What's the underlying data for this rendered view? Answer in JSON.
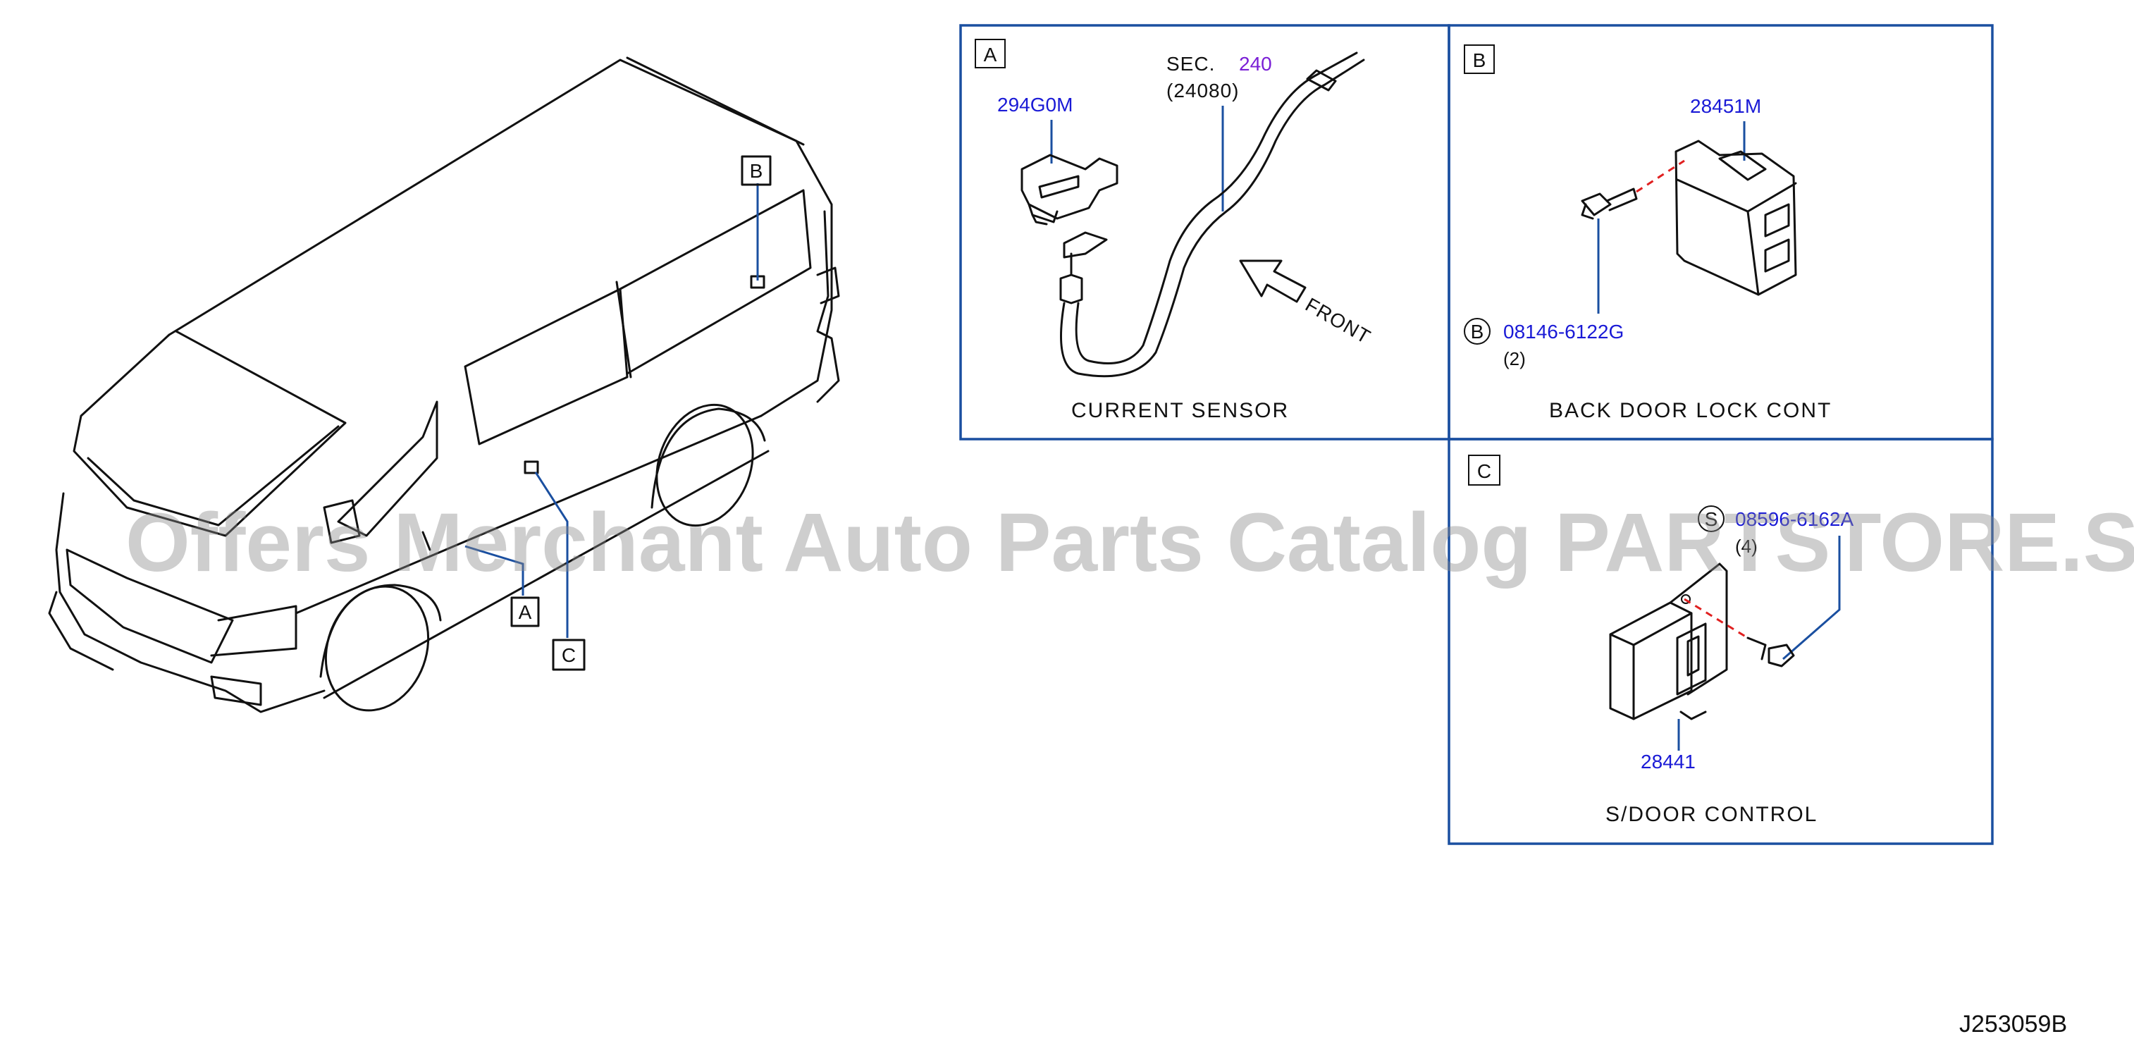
{
  "overview": {
    "callouts": [
      "A",
      "B",
      "C"
    ]
  },
  "panel_a": {
    "letter": "A",
    "sec_label": "SEC.",
    "sec_number": "240",
    "sec_sub": "(24080)",
    "part_number": "294G0M",
    "front_label": "FRONT",
    "title": "CURRENT   SENSOR"
  },
  "panel_b": {
    "letter": "B",
    "part_number": "28451M",
    "bolt_marker": "B",
    "bolt_number": "08146-6122G",
    "bolt_qty": "(2)",
    "title": "BACK   DOOR   LOCK   CONT"
  },
  "panel_c": {
    "letter": "C",
    "screw_marker": "S",
    "screw_number": "08596-6162A",
    "screw_qty": "(4)",
    "part_number": "28441",
    "title": "S/DOOR   CONTROL"
  },
  "watermark": "Offers Merchant Auto Parts Catalog PARTSTORE.SA",
  "drawing_ref": "J253059B",
  "colors": {
    "part_number_blue": "#1a1ad6",
    "section_purple": "#7a1fd6",
    "frame_blue": "#1a4fa0",
    "dashed_red": "#e02020",
    "watermark_gray": "#8a8a8a"
  }
}
